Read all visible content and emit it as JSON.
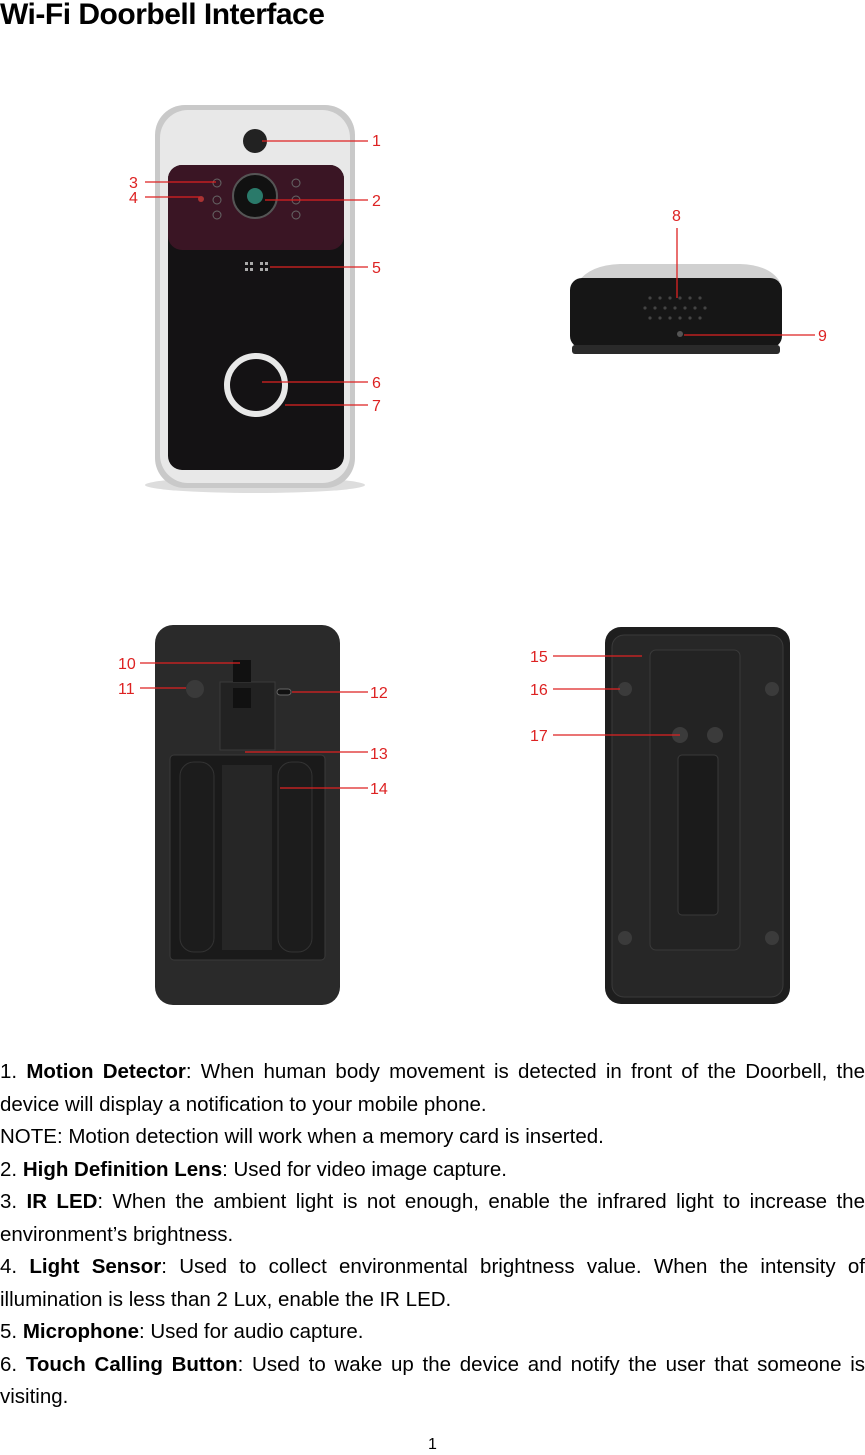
{
  "title": "Wi-Fi Doorbell Interface",
  "figures": {
    "callouts": [
      "1",
      "2",
      "3",
      "4",
      "5",
      "6",
      "7",
      "8",
      "9",
      "10",
      "11",
      "12",
      "13",
      "14",
      "15",
      "16",
      "17"
    ]
  },
  "items": [
    {
      "num": "1.",
      "term": "Motion Detector",
      "desc": ": When human body movement is detected in front of the Doorbell, the device will display a notification to your mobile phone."
    },
    {
      "note": "NOTE: Motion detection will work when a memory card is inserted."
    },
    {
      "num": "2.",
      "term": "High Definition Lens",
      "desc": ": Used for video image capture."
    },
    {
      "num": "3.",
      "term": "IR LED",
      "desc": ": When the ambient light is not enough, enable the infrared light to increase the environment’s brightness."
    },
    {
      "num": "4.",
      "term": "Light Sensor",
      "desc": ": Used to collect environmental brightness value. When the intensity of illumination is less than 2 Lux, enable the IR LED."
    },
    {
      "num": "5.",
      "term": "Microphone",
      "desc": ": Used for audio capture."
    },
    {
      "num": "6.",
      "term": "Touch Calling Button",
      "desc": ": Used to wake up the device and notify the user that someone is visiting."
    }
  ],
  "page_number": "1",
  "colors": {
    "callout": "#dd2222"
  }
}
